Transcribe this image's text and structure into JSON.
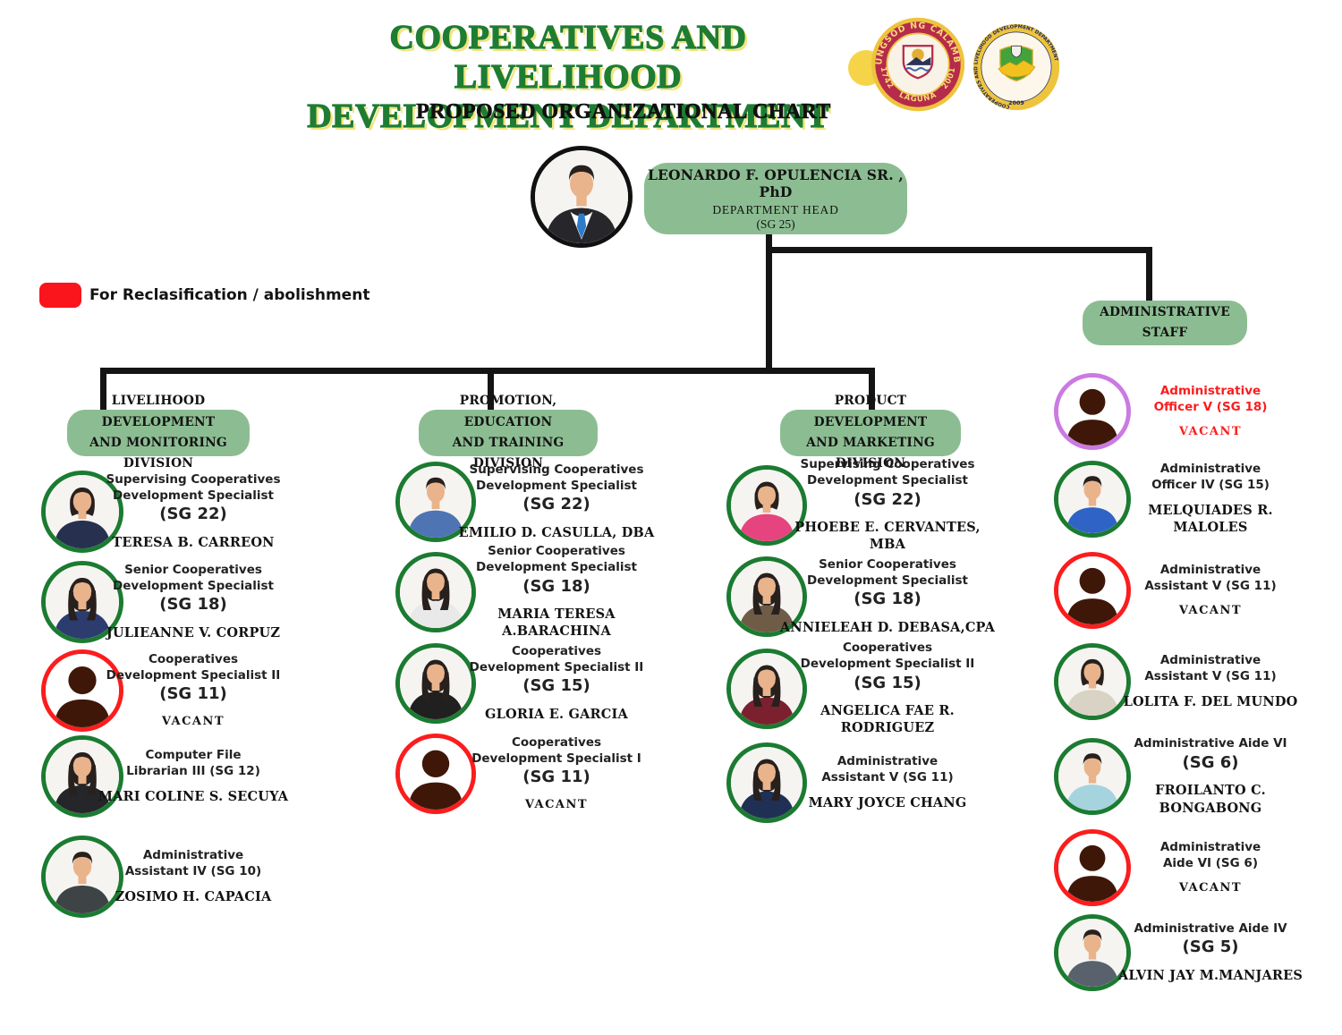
{
  "header": {
    "title_line1": "COOPERATIVES AND LIVELIHOOD",
    "title_line2": "DEVELOPMENT DEPARTMENT",
    "subtitle": "PROPOSED ORGANIZATIONAL CHART"
  },
  "seals": {
    "city": {
      "top_text": "LUNGSOD NG CALAMBA",
      "bottom_text": "1742   LAGUNA   2001"
    },
    "department": {
      "ring_text": "COOPERATIVES AND LIVELIHOOD DEVELOPMENT DEPARTMENT",
      "year": "2009"
    }
  },
  "legend": {
    "label": "For Reclasification / abolishment"
  },
  "department_head": {
    "name": "LEONARDO F. OPULENCIA SR. ,  PhD",
    "title": "DEPARTMENT HEAD",
    "sg": "(SG 25)"
  },
  "colors": {
    "division_box_green": "#8cbd92",
    "title_green": "#1e7d33",
    "title_shadow_yellow": "#f3e47c",
    "legend_red": "#fa141b",
    "ring_green": "#1b7b31",
    "ring_red": "#fb1d1d",
    "ring_purple": "#cb7ae2",
    "vacant_silhouette": "#3f1708",
    "connector_black": "#141414",
    "vacant_red_text": "#fb1d1d"
  },
  "org_columns": [
    {
      "name_lines": [
        "LIVELIHOOD DEVELOPMENT",
        "AND MONITORING DIVISION"
      ],
      "members": [
        {
          "position_lines": [
            "Supervising Cooperatives",
            "Development Specialist",
            "(SG 22)"
          ],
          "name": "TERESA B. CARREON",
          "vacant": false,
          "ring": "green",
          "photo": {
            "clothing": "#27304e",
            "hair": "short-f"
          }
        },
        {
          "position_lines": [
            "Senior Cooperatives",
            "Development Specialist",
            "(SG 18)"
          ],
          "name": "JULIEANNE V. CORPUZ",
          "vacant": false,
          "ring": "green",
          "photo": {
            "clothing": "#2c3c6e",
            "hair": "long"
          }
        },
        {
          "position_lines": [
            "Cooperatives",
            "Development Specialist II",
            "(SG 11)"
          ],
          "name": "VACANT",
          "vacant": true,
          "ring": "red"
        },
        {
          "position_lines": [
            "Computer File",
            "Librarian III (SG 12)"
          ],
          "name": "MARI COLINE S. SECUYA",
          "vacant": false,
          "ring": "green",
          "photo": {
            "clothing": "#24262a",
            "hair": "long"
          }
        },
        {
          "position_lines": [
            "Administrative",
            "Assistant IV (SG 10)"
          ],
          "name": "ZOSIMO H. CAPACIA",
          "vacant": false,
          "ring": "green",
          "photo": {
            "clothing": "#3e4346",
            "hair": "short"
          }
        }
      ]
    },
    {
      "name_lines": [
        "PROMOTION, EDUCATION",
        "AND TRAINING DIVISION"
      ],
      "members": [
        {
          "position_lines": [
            "Supervising Cooperatives",
            "Development Specialist",
            "(SG 22)"
          ],
          "name": "EMILIO D. CASULLA, DBA",
          "vacant": false,
          "ring": "green",
          "photo": {
            "clothing": "#4f74b4",
            "hair": "short"
          }
        },
        {
          "position_lines": [
            "Senior Cooperatives",
            "Development Specialist",
            "(SG 18)"
          ],
          "name": "MARIA TERESA A.BARACHINA",
          "vacant": false,
          "ring": "green",
          "photo": {
            "clothing": "#e9e9e9",
            "hair": "long"
          }
        },
        {
          "position_lines": [
            "Cooperatives",
            "Development Specialist II",
            "(SG 15)"
          ],
          "name": "GLORIA E. GARCIA",
          "vacant": false,
          "ring": "green",
          "photo": {
            "clothing": "#202020",
            "hair": "long"
          }
        },
        {
          "position_lines": [
            "Cooperatives",
            "Development Specialist I",
            "(SG 11)"
          ],
          "name": "VACANT",
          "vacant": true,
          "ring": "red"
        }
      ]
    },
    {
      "name_lines": [
        "PRODUCT DEVELOPMENT",
        "AND MARKETING DIVISION"
      ],
      "members": [
        {
          "position_lines": [
            "Supervising Cooperatives",
            "Development Specialist",
            "(SG 22)"
          ],
          "name": "PHOEBE E. CERVANTES, MBA",
          "vacant": false,
          "ring": "green",
          "photo": {
            "clothing": "#e6447e",
            "hair": "short-f"
          }
        },
        {
          "position_lines": [
            "Senior Cooperatives",
            "Development Specialist",
            "(SG 18)"
          ],
          "name": "ANNIELEAH D. DEBASA,CPA",
          "vacant": false,
          "ring": "green",
          "photo": {
            "clothing": "#6e5c46",
            "hair": "long"
          }
        },
        {
          "position_lines": [
            "Cooperatives",
            "Development Specialist II",
            "(SG 15)"
          ],
          "name": "ANGELICA FAE R. RODRIGUEZ",
          "vacant": false,
          "ring": "green",
          "photo": {
            "clothing": "#7c2030",
            "hair": "long"
          }
        },
        {
          "position_lines": [
            "Administrative",
            "Assistant V (SG 11)"
          ],
          "name": "MARY JOYCE CHANG",
          "vacant": false,
          "ring": "green",
          "photo": {
            "clothing": "#203055",
            "hair": "long"
          }
        }
      ]
    },
    {
      "name_lines": [
        "ADMINISTRATIVE",
        "STAFF"
      ],
      "members": [
        {
          "position_lines": [
            "Administrative",
            "Officer V (SG 18)"
          ],
          "name": "VACANT",
          "vacant": true,
          "ring": "purple",
          "text_color": "#fb1d1d"
        },
        {
          "position_lines": [
            "Administrative",
            "Officer IV (SG 15)"
          ],
          "name": "MELQUIADES R.\nMALOLES",
          "vacant": false,
          "ring": "green",
          "photo": {
            "clothing": "#2f63c5",
            "hair": "short"
          }
        },
        {
          "position_lines": [
            "Administrative",
            "Assistant V (SG 11)"
          ],
          "name": "VACANT",
          "vacant": true,
          "ring": "red"
        },
        {
          "position_lines": [
            "Administrative",
            "Assistant V (SG 11)"
          ],
          "name": "LOLITA F. DEL MUNDO",
          "vacant": false,
          "ring": "green",
          "photo": {
            "clothing": "#d9d3c5",
            "hair": "short-f"
          }
        },
        {
          "position_lines": [
            "Administrative Aide VI",
            "(SG 6)"
          ],
          "name": "FROILANTO C. BONGABONG",
          "vacant": false,
          "ring": "green",
          "photo": {
            "clothing": "#a5d4de",
            "hair": "short"
          }
        },
        {
          "position_lines": [
            "Administrative",
            "Aide VI (SG 6)"
          ],
          "name": "VACANT",
          "vacant": true,
          "ring": "red"
        },
        {
          "position_lines": [
            "Administrative Aide IV",
            "(SG 5)"
          ],
          "name": "ALVIN JAY M.MANJARES",
          "vacant": false,
          "ring": "green",
          "photo": {
            "clothing": "#59616c",
            "hair": "short"
          }
        }
      ]
    }
  ]
}
